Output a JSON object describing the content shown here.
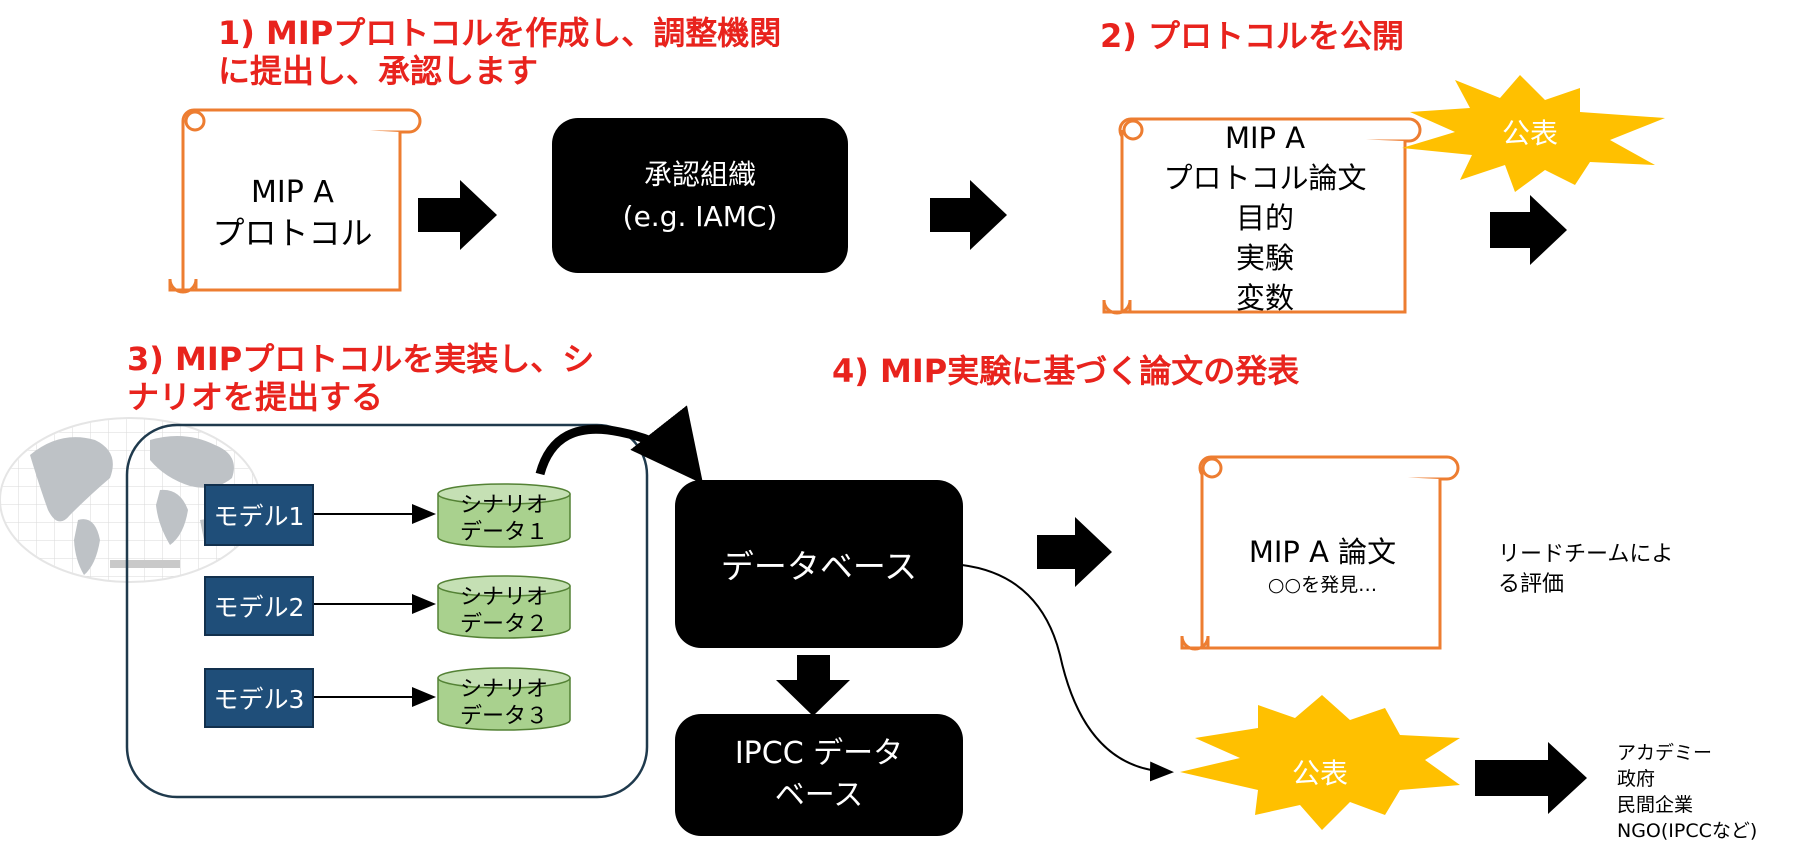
{
  "steps": {
    "step1_line1": "1) MIPプロトコルを作成し、調整機関",
    "step1_line2": "に提出し、承認します",
    "step2": "2) プロトコルを公開",
    "step3_line1": "3) MIPプロトコルを実装し、シ",
    "step3_line2": "ナリオを提出する",
    "step4": "4) MIP実験に基づく論文の発表"
  },
  "protocol_scroll": {
    "line1": "MIP A",
    "line2": "プロトコル"
  },
  "approval_box": {
    "line1": "承認組織",
    "line2": "(e.g. IAMC)"
  },
  "published_protocol": {
    "line1": "MIP A",
    "line2": "プロトコル論文",
    "line3": "目的",
    "line4": "実験",
    "line5": "変数"
  },
  "publish_labels": {
    "top": "公表",
    "bottom": "公表"
  },
  "models": [
    {
      "model": "モデル1",
      "data_line1": "シナリオ",
      "data_line2": "データ１"
    },
    {
      "model": "モデル2",
      "data_line1": "シナリオ",
      "data_line2": "データ２"
    },
    {
      "model": "モデル3",
      "data_line1": "シナリオ",
      "data_line2": "データ３"
    }
  ],
  "database": "データベース",
  "ipcc_database": {
    "line1": "IPCC データ",
    "line2": "ベース"
  },
  "paper_scroll": {
    "line1": "MIP A 論文",
    "line2": "○○を発見…"
  },
  "lead_team": {
    "line1": "リードチームによ",
    "line2": "る評価"
  },
  "audience": [
    "アカデミー",
    "政府",
    "民間企業",
    "NGO(IPCCなど)"
  ],
  "colors": {
    "step_red": "#e8231d",
    "scroll_orange": "#ed7d31",
    "model_blue": "#1f4e79",
    "cylinder_green": "#a9d18e",
    "burst_yellow": "#ffc000"
  }
}
